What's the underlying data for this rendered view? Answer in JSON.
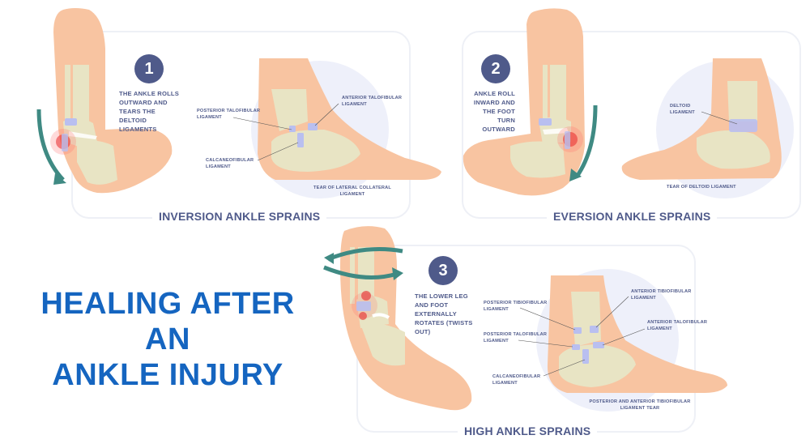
{
  "title": {
    "line1": "HEALING AFTER AN",
    "line2": "ANKLE INJURY",
    "color": "#1565c0"
  },
  "colors": {
    "skin": "#f8c4a1",
    "bone": "#e8e4c4",
    "ligament": "#b9bff0",
    "accent_navy": "#4f5a8a",
    "arrow_teal": "#3f8a83",
    "inflammation": "#e8282b",
    "circle_bg": "#eef0fa"
  },
  "panels": [
    {
      "id": "inversion",
      "number": "1",
      "title": "INVERSION ANKLE SPRAINS",
      "step_text": "THE ANKLE ROLLS OUTWARD AND TEARS THE DELTOID LIGAMENTS",
      "labels": [
        {
          "text": "POSTERIOR TALOFIBULAR LIGAMENT"
        },
        {
          "text": "ANTERIOR TALOFIBULAR LIGAMENT"
        },
        {
          "text": "CALCANEOFIBULAR LIGAMENT"
        }
      ],
      "caption": "TEAR OF LATERAL COLLATERAL LIGAMENT"
    },
    {
      "id": "eversion",
      "number": "2",
      "title": "EVERSION ANKLE SPRAINS",
      "step_text": "ANKLE ROLL INWARD AND THE FOOT TURN OUTWARD",
      "labels": [
        {
          "text": "DELTOID LIGAMENT"
        }
      ],
      "caption": "TEAR OF DELTOID LIGAMENT"
    },
    {
      "id": "high",
      "number": "3",
      "title": "HIGH ANKLE SPRAINS",
      "step_text": "THE LOWER LEG AND FOOT EXTERNALLY ROTATES (TWISTS OUT)",
      "labels": [
        {
          "text": "POSTERIOR TIBIOFIBULAR LIGAMENT"
        },
        {
          "text": "ANTERIOR TIBIOFIBULAR LIGAMENT"
        },
        {
          "text": "POSTERIOR TALOFIBULAR LIGAMENT"
        },
        {
          "text": "ANTERIOR TALOFIBULAR LIGAMENT"
        },
        {
          "text": "CALCANEOFIBULAR LIGAMENT"
        }
      ],
      "caption": "POSTERIOR AND ANTERIOR TIBIOFIBULAR LIGAMENT TEAR"
    }
  ]
}
